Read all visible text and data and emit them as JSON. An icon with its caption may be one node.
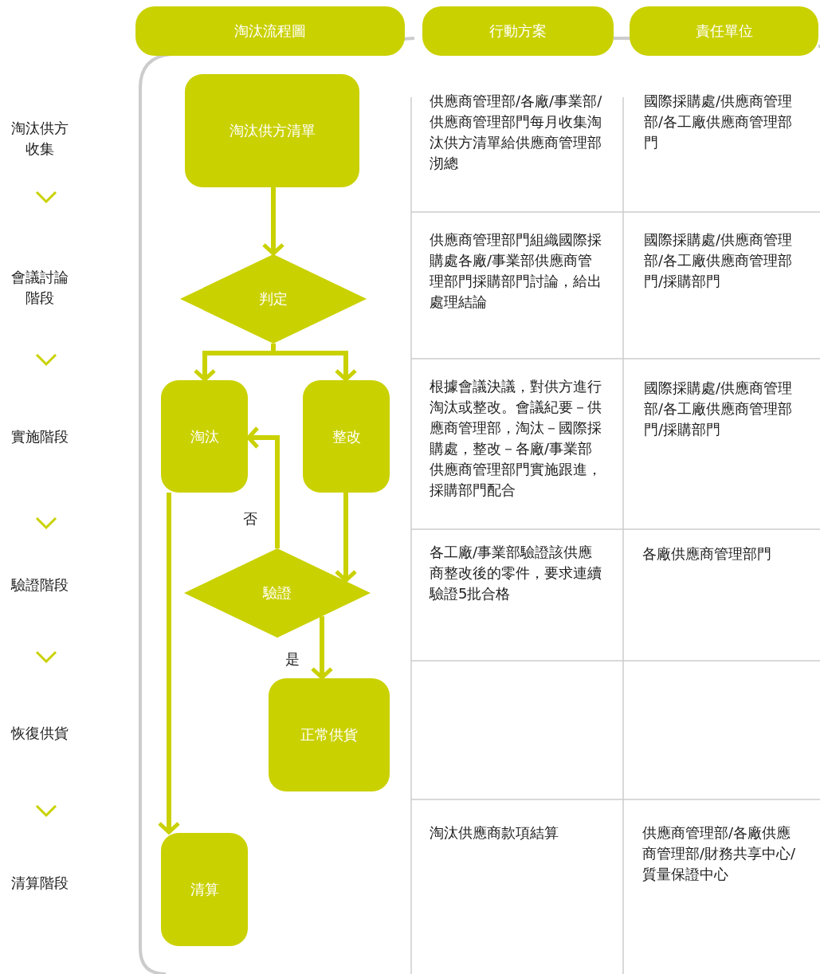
{
  "diagram": {
    "nodes": [
      {
        "text": [
          "淘汰流程圖"
        ]
      },
      {
        "text": [
          "行動方案"
        ]
      },
      {
        "text": [
          "責任單位"
        ]
      },
      {
        "text": [
          "淘汰供方清單"
        ]
      },
      {
        "text": [
          "判定"
        ]
      },
      {
        "text": [
          "淘汰"
        ]
      },
      {
        "text": [
          "整改"
        ]
      },
      {
        "text": [
          "驗證"
        ]
      },
      {
        "text": [
          "正常供貨"
        ]
      },
      {
        "text": [
          "清算"
        ]
      }
    ],
    "edges": [
      {
        "from": 3,
        "to": 4,
        "arrow": "to"
      },
      {
        "from": 4,
        "to": 5,
        "arrow": "to"
      },
      {
        "from": 4,
        "to": 6,
        "arrow": "to"
      },
      {
        "from": 6,
        "to": 7,
        "arrow": "to"
      },
      {
        "from": 7,
        "to": 5,
        "arrow": "to",
        "label": "否"
      },
      {
        "from": 7,
        "to": 8,
        "arrow": "to",
        "label": "是"
      },
      {
        "from": 5,
        "to": 9,
        "arrow": "to"
      }
    ],
    "labels": [
      "淘汰供方收集",
      "會議討論階段",
      "實施階段",
      "驗證階段",
      "恢復供貨",
      "清算階段",
      "供應商管理部/各廠/事業部/供應商管理部門每月收集淘汰供方清單給供應商管理部沏總",
      "國際採購處/供應商管理部/各工廠供應商管理部門",
      "供應商管理部門組織國際採購處各廠/事業部供應商管理部門採購部門討論，給出處理結論",
      "國際採購處/供應商管理部/各工廠供應商管理部門/採購部門",
      "根據會議決議，對供方進行淘汰或整改。會議紀要－供應商管理部，淘汰－國際採購處，整改－各廠/事業部供應商管理部門實施跟進，採購部門配合",
      "國際採購處/供應商管理部/各工廠供應商管理部門/採購部門",
      "各工廠/事業部驗證該供應商整改後的零件，要求連續驗證5批合格",
      "各廠供應商管理部門",
      "淘汰供應商款項結算",
      "供應商管理部/各廠供應商管理部/財務共享中心/質量保證中心"
    ]
  }
}
